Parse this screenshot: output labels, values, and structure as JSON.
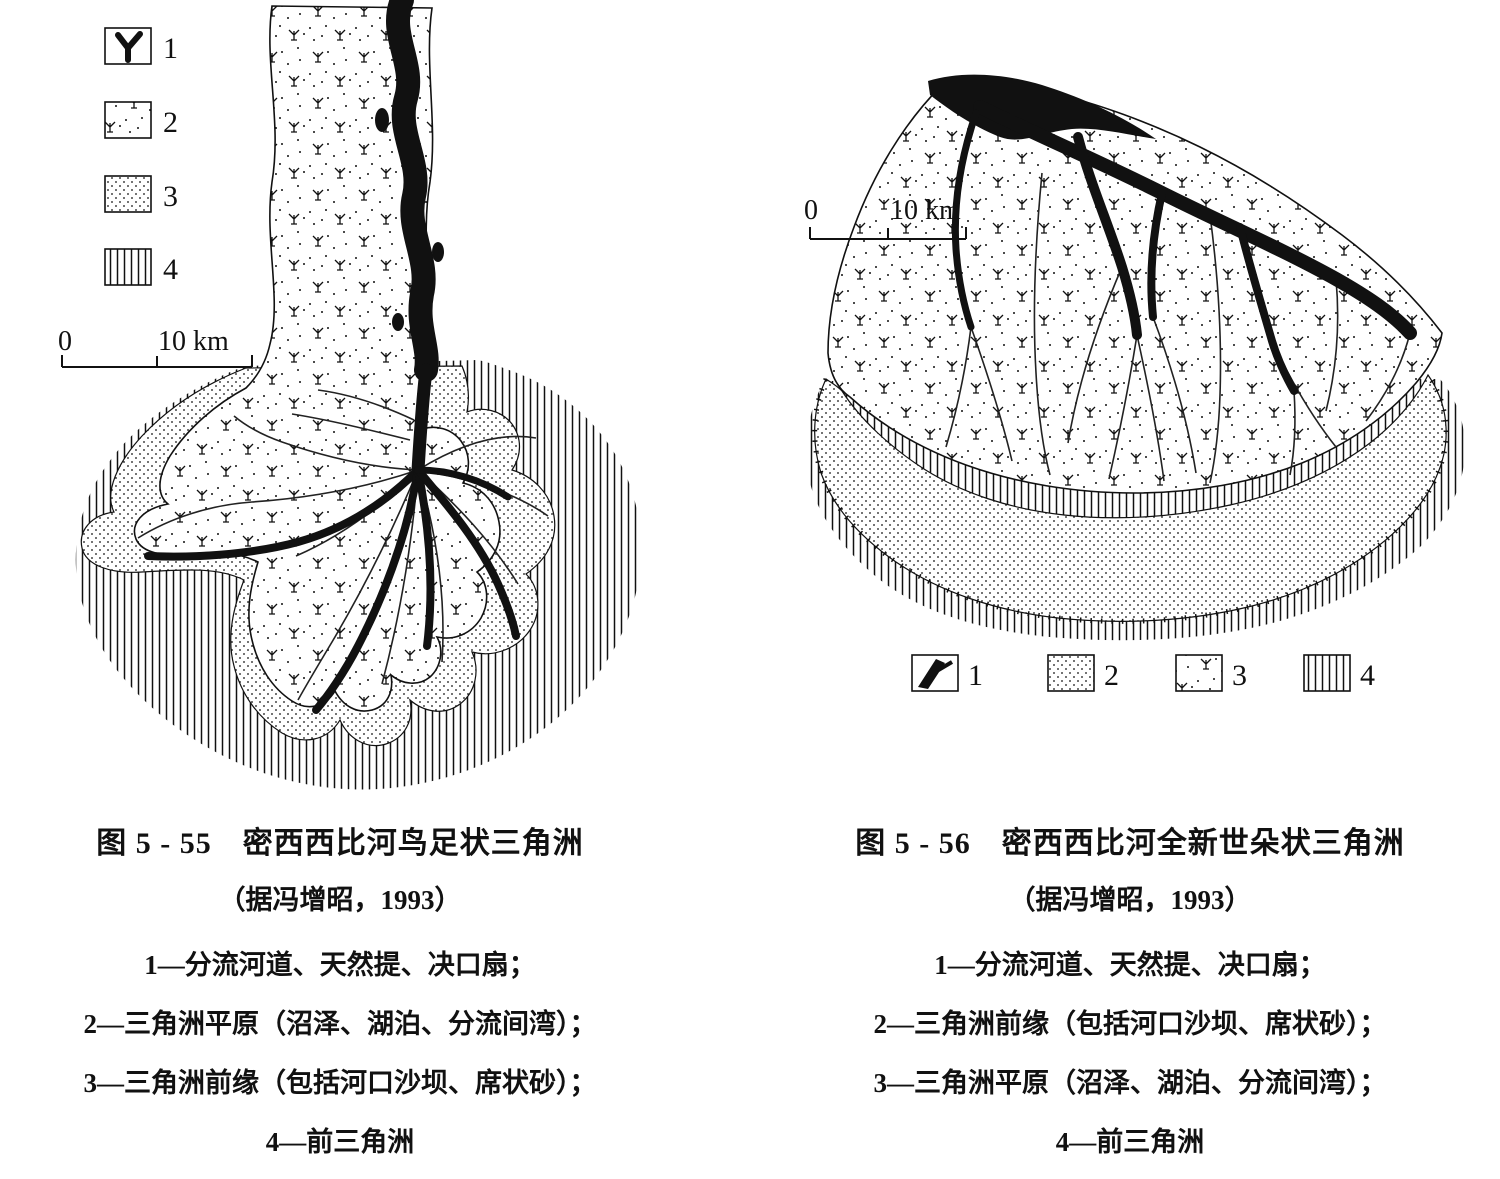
{
  "figure_left": {
    "scale_zero": "0",
    "scale_label": "10 km",
    "legend_numbers": [
      "1",
      "2",
      "3",
      "4"
    ],
    "caption_title": "图 5 - 55　密西西比河鸟足状三角洲",
    "caption_source": "（据冯增昭，1993）",
    "notes": [
      "1—分流河道、天然提、决口扇；",
      "2—三角洲平原（沼泽、湖泊、分流间湾）；",
      "3—三角洲前缘（包括河口沙坝、席状砂）；",
      "4—前三角洲"
    ]
  },
  "figure_right": {
    "scale_zero": "0",
    "scale_label": "10 km",
    "legend_numbers": [
      "1",
      "2",
      "3",
      "4"
    ],
    "caption_title": "图 5 - 56　密西西比河全新世朵状三角洲",
    "caption_source": "（据冯增昭，1993）",
    "notes": [
      "1—分流河道、天然提、决口扇；",
      "2—三角洲前缘（包括河口沙坝、席状砂）；",
      "3—三角洲平原（沼泽、湖泊、分流间湾）；",
      "4—前三角洲"
    ]
  }
}
